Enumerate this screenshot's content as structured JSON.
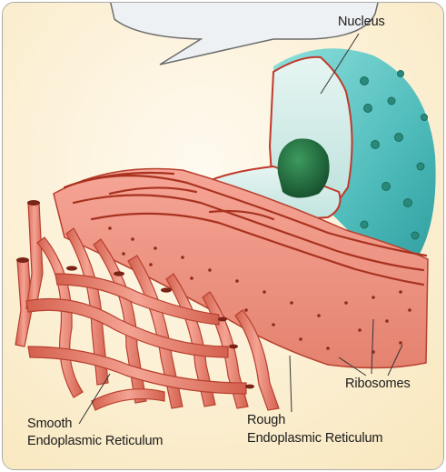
{
  "labels": {
    "nucleus": "Nucleus",
    "ribosomes": "Ribosomes",
    "smooth_line1": "Smooth",
    "smooth_line2": "Endoplasmic Reticulum",
    "rough_line1": "Rough",
    "rough_line2": "Endoplasmic Reticulum"
  },
  "colors": {
    "background": "#fdf3d6",
    "bubble": "#eef1f3",
    "nucleus_outer": "#56c1c0",
    "nucleus_inner": "#cfe9e6",
    "nucleolus": "#1e6b3c",
    "er_fill": "#e98a78",
    "er_edge": "#b23a2c"
  }
}
